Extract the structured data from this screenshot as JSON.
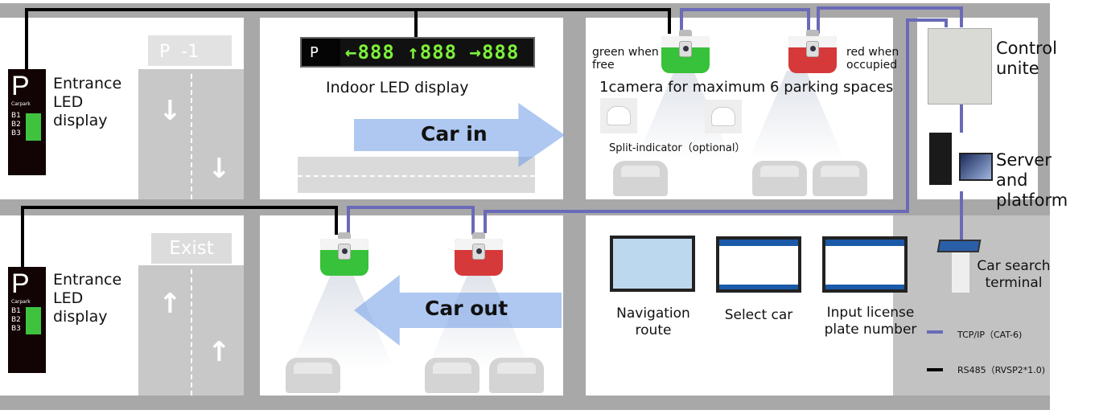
{
  "entrance_top": {
    "sign_letter": "P",
    "sign_sub": "Carpark",
    "levels": [
      "B1",
      "B2",
      "B3"
    ],
    "label": "Entrance LED display"
  },
  "entrance_bottom": {
    "sign_letter": "P",
    "sign_sub": "Carpark",
    "levels": [
      "B1",
      "B2",
      "B3"
    ],
    "label": "Entrance LED display"
  },
  "lane_top_sign": {
    "p": "P",
    "level": "-1"
  },
  "lane_bottom_sign": "Exist",
  "indoor_led": {
    "p": "P",
    "segments": [
      "←888",
      "↑888",
      "→888"
    ],
    "label": "Indoor LED display"
  },
  "car_in": "Car in",
  "car_out": "Car out",
  "camera_notes": {
    "green": "green  when free",
    "red": "red when occupied",
    "capacity": "1camera for maximum 6 parking spaces",
    "split": "Split-indicator（optional）"
  },
  "control": "Control unite",
  "server": "Server and platform",
  "terminal": "Car search terminal",
  "screens": [
    "Navigation route",
    "Select car",
    "Input license plate number"
  ],
  "legend": [
    {
      "label": "TCP/IP（CAT-6)",
      "color": "#6a6ab8"
    },
    {
      "label": "RS485（RVSP2*1.0)",
      "color": "#000000"
    }
  ],
  "colors": {
    "green": "#38c13a",
    "red": "#d6393a",
    "tcp": "#6a6ab8",
    "rs485": "#000000"
  }
}
